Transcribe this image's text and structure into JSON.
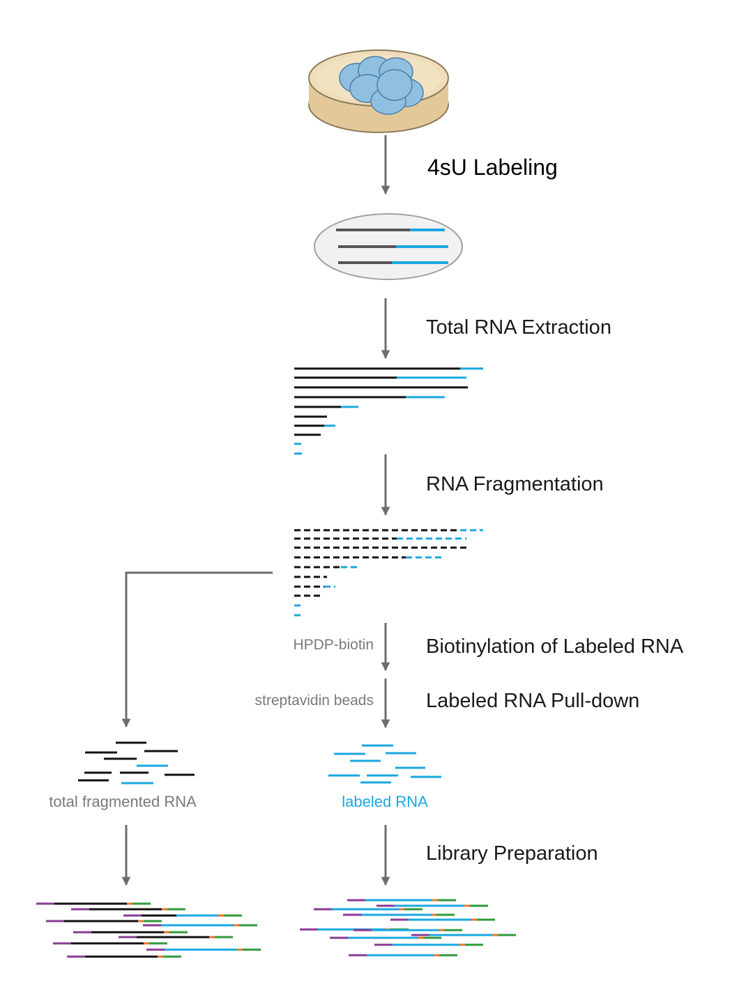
{
  "steps": {
    "labeling": "4sU Labeling",
    "extraction": "Total RNA Extraction",
    "fragmentation": "RNA Fragmentation",
    "biotinylation": "Biotinylation of Labeled RNA",
    "pulldown": "Labeled RNA Pull-down",
    "library": "Library Preparation"
  },
  "reagents": {
    "hpdp": "HPDP-biotin",
    "streptavidin": "streptavidin beads"
  },
  "captions": {
    "total": "total fragmented RNA",
    "labeled": "labeled RNA"
  },
  "colors": {
    "arrow": "#6d6d6d",
    "unlabeled_rna": "#111111",
    "labeled_rna": "#1aa7e0",
    "adapter_5p": "#8a3a94",
    "adapter_3p": "#2e9a3a",
    "barcode": "#e8772a",
    "dish": "#ecd9b5",
    "cell": "#8fc0e0",
    "caption_total": "#7a7a7a",
    "caption_labeled": "#1aa7e0"
  }
}
